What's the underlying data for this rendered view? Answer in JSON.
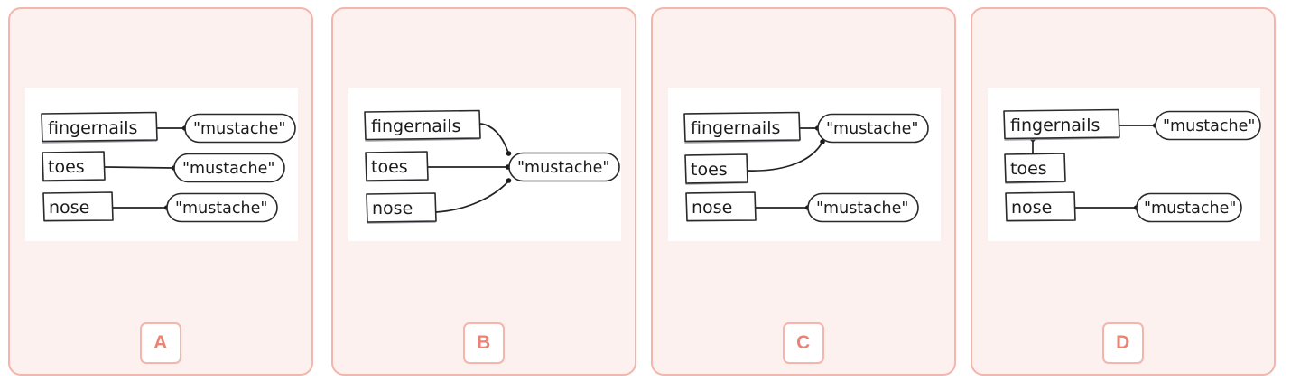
{
  "theme": {
    "page_background": "#ffffff",
    "card_background": "#fdf1ef",
    "card_border": "#f3b5ac",
    "badge_text_color": "#ed8274",
    "diagram_background": "#ffffff",
    "ink_color": "#1b1b1b"
  },
  "node_labels": {
    "fingernails": "fingernails",
    "toes": "toes",
    "nose": "nose",
    "mustache": "\"mustache\""
  },
  "panels": [
    {
      "id": "A",
      "badge_label": "A",
      "source_nodes": [
        "fingernails",
        "toes",
        "nose"
      ],
      "target_nodes": [
        "\"mustache\"",
        "\"mustache\"",
        "\"mustache\""
      ],
      "edges": [
        {
          "from": "fingernails",
          "to": "mustache-1"
        },
        {
          "from": "toes",
          "to": "mustache-2"
        },
        {
          "from": "nose",
          "to": "mustache-3"
        }
      ]
    },
    {
      "id": "B",
      "badge_label": "B",
      "source_nodes": [
        "fingernails",
        "toes",
        "nose"
      ],
      "target_nodes": [
        "\"mustache\""
      ],
      "edges": [
        {
          "from": "fingernails",
          "to": "mustache-1"
        },
        {
          "from": "toes",
          "to": "mustache-1"
        },
        {
          "from": "nose",
          "to": "mustache-1"
        }
      ]
    },
    {
      "id": "C",
      "badge_label": "C",
      "source_nodes": [
        "fingernails",
        "toes",
        "nose"
      ],
      "target_nodes": [
        "\"mustache\"",
        "\"mustache\""
      ],
      "edges": [
        {
          "from": "fingernails",
          "to": "mustache-1"
        },
        {
          "from": "toes",
          "to": "mustache-1"
        },
        {
          "from": "nose",
          "to": "mustache-2"
        }
      ]
    },
    {
      "id": "D",
      "badge_label": "D",
      "source_nodes": [
        "fingernails",
        "toes",
        "nose"
      ],
      "target_nodes": [
        "\"mustache\"",
        "\"mustache\""
      ],
      "edges": [
        {
          "from": "fingernails",
          "to": "mustache-1"
        },
        {
          "from": "toes",
          "to": "fingernails"
        },
        {
          "from": "nose",
          "to": "mustache-2"
        }
      ]
    }
  ]
}
